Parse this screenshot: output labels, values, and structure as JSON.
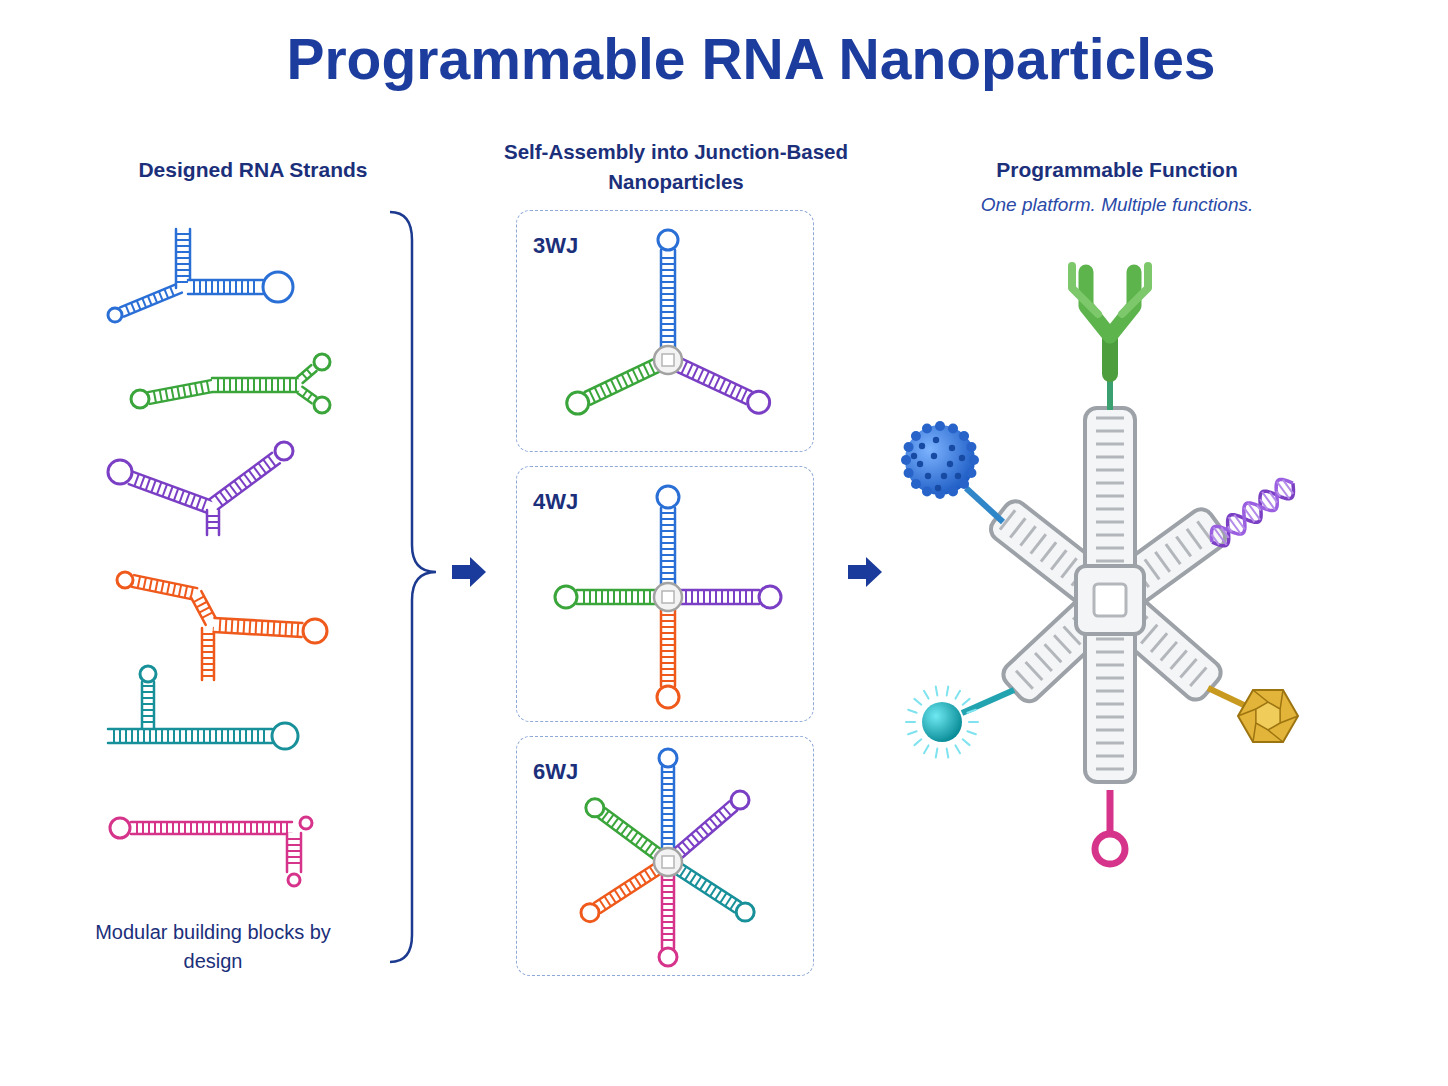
{
  "diagram": {
    "title": "Programmable RNA Nanoparticles",
    "nodes": [
      {
        "text": [
          "3WJ"
        ]
      },
      {
        "text": [
          "4WJ"
        ]
      },
      {
        "text": [
          "6WJ"
        ]
      }
    ],
    "labels": [
      "Designed RNA Strands",
      "Modular building blocks by design",
      "Self-Assembly into Junction-Based Nanoparticles",
      "Programmable Function",
      "One platform. Multiple functions."
    ]
  }
}
